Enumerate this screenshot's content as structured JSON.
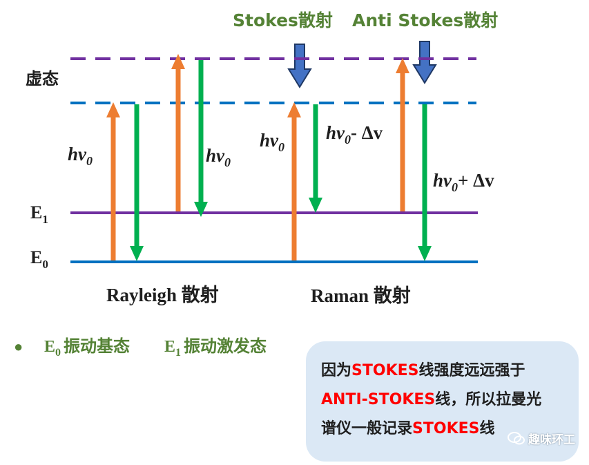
{
  "labels": {
    "stokes_header": "Stokes散射",
    "anti_stokes_header": "Anti Stokes散射",
    "virtual_state": "虚态",
    "e1": {
      "main": "E",
      "sub": "1"
    },
    "e0": {
      "main": "E",
      "sub": "0"
    },
    "rayleigh": "Rayleigh 散射",
    "raman": "Raman 散射",
    "hv0_main": "hv",
    "hv0_sub": "0",
    "minus_dv": "- Δv",
    "plus_dv": "+ Δv"
  },
  "legend": {
    "bullet": "●",
    "e0_main": "E",
    "e0_sub": "0",
    "e0_desc": "振动基态",
    "e1_main": "E",
    "e1_sub": "1",
    "e1_desc": "振动激发态"
  },
  "info_box": {
    "line1_a": "因为",
    "line1_b": "STOKES",
    "line1_c": "线强度远远强于",
    "line2_a": "ANTI-STOKES",
    "line2_b": "线，所以拉曼光",
    "line3_a": "谱仪一般记录",
    "line3_b": "STOKES",
    "line3_c": "线"
  },
  "watermark": {
    "text": "趣味环工",
    "icon": "wechat-icon"
  },
  "colors": {
    "purple": "#7030a0",
    "blue": "#0070c0",
    "orange": "#ed7d31",
    "green": "#00b050",
    "olive": "#548235",
    "arrow_blue": "#4472c4"
  }
}
